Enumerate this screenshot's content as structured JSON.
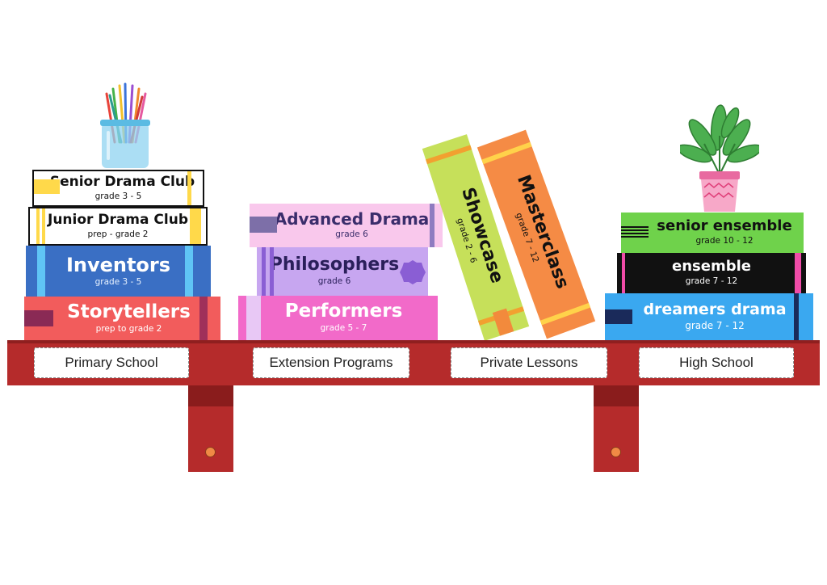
{
  "primary": {
    "section": "Primary School",
    "books": [
      {
        "title": "Senior Drama Club",
        "grade": "grade 3 - 5"
      },
      {
        "title": "Junior Drama Club",
        "grade": "prep - grade 2"
      },
      {
        "title": "Inventors",
        "grade": "grade 3 - 5"
      },
      {
        "title": "Storytellers",
        "grade": "prep to grade 2"
      }
    ]
  },
  "extension": {
    "section": "Extension Programs",
    "books": [
      {
        "title": "Advanced Drama",
        "grade": "grade 6"
      },
      {
        "title": "Philosophers",
        "grade": "grade 6"
      },
      {
        "title": "Performers",
        "grade": "grade 5 - 7"
      }
    ]
  },
  "private": {
    "section": "Private Lessons",
    "books": [
      {
        "title": "Showcase",
        "grade": "grade 2 - 6"
      },
      {
        "title": "Masterclass",
        "grade": "grade 7 - 12"
      }
    ]
  },
  "high": {
    "section": "High School",
    "books": [
      {
        "title": "senior ensemble",
        "grade": "grade 10 - 12"
      },
      {
        "title": "ensemble",
        "grade": "grade 7 - 12"
      },
      {
        "title": "dreamers drama",
        "grade": "grade 7 - 12"
      }
    ]
  },
  "colors": {
    "shelf": "#b52b2b",
    "shelf_dark": "#8a1c1c",
    "storytellers": "#f25c5c",
    "inventors": "#3a6fc4",
    "advanced": "#f9c8ec",
    "philosophers": "#c7a6f0",
    "performers": "#f26ac9",
    "showcase": "#c6e05a",
    "masterclass": "#f58b45",
    "senior_ensemble": "#6fd24b",
    "ensemble": "#111111",
    "dreamers": "#3aa8f0"
  },
  "decor": {
    "pencil_cup": "pencil-cup-icon",
    "plant": "potted-plant-icon"
  }
}
